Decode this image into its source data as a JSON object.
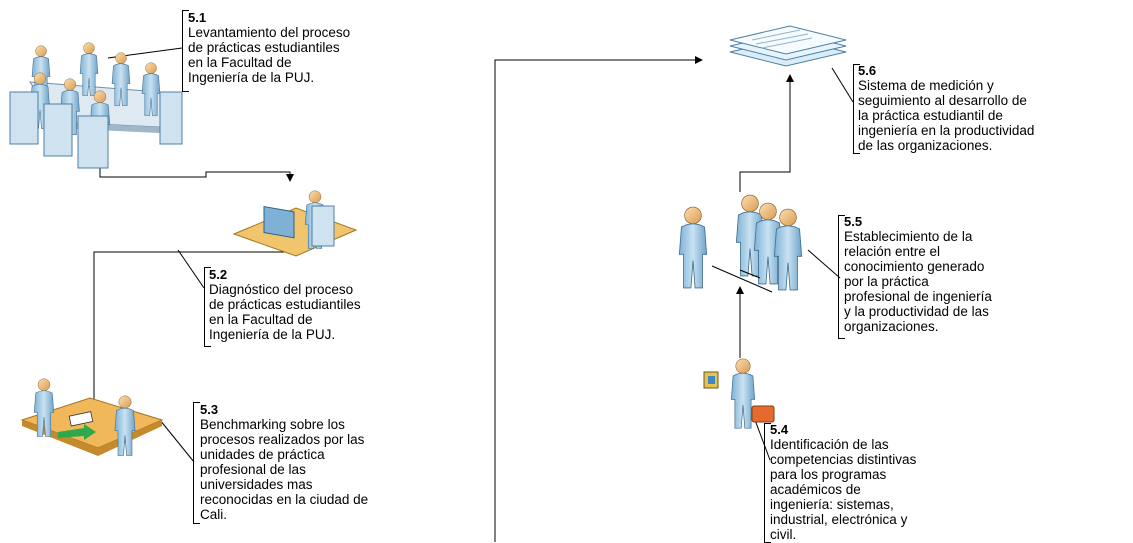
{
  "steps": [
    {
      "num": "5.1",
      "text": "Levantamiento del proceso\nde prácticas estudiantiles\nen la Facultad de\nIngeniería de la PUJ."
    },
    {
      "num": "5.2",
      "text": "Diagnóstico del proceso\nde prácticas estudiantiles\nen la Facultad de\nIngeniería de la PUJ."
    },
    {
      "num": "5.3",
      "text": "Benchmarking sobre los\nprocesos realizados por las\nunidades de práctica\nprofesional de las\nuniversidades mas\nreconocidas en la ciudad de\nCali."
    },
    {
      "num": "5.4",
      "text": "Identificación de las\ncompetencias distintivas\npara los programas\nacadémicos de\ningeniería: sistemas,\nindustrial, electrónica y\ncivil."
    },
    {
      "num": "5.5",
      "text": "Establecimiento de la\nrelación entre el\nconocimiento generado\npor la práctica\nprofesional de ingeniería\ny la productividad de las\norganizaciones."
    },
    {
      "num": "5.6",
      "text": "Sistema de medición y\nseguimiento al desarrollo de\nla práctica estudiantil de\ningeniería en la productividad\nde las organizaciones."
    }
  ],
  "icons": {
    "meeting": "meeting-table-icon",
    "analyst": "computer-workstation-icon",
    "exchange": "desk-exchange-icon",
    "group": "group-of-people-icon",
    "presenter": "person-with-briefcase-icon",
    "documents": "document-stack-icon"
  },
  "colors": {
    "skin": "#f1c27d",
    "body": "#a8cde6",
    "desk": "#e9b45a",
    "lines": "#000000"
  }
}
